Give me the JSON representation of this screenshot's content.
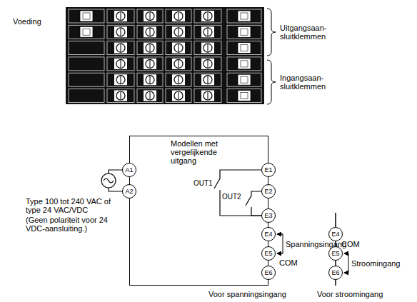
{
  "diagram": {
    "nodes": [
      {
        "text": [
          "Modellen met vergelijkende uitgang"
        ]
      },
      {
        "text": [
          "A1"
        ]
      },
      {
        "text": [
          "A2"
        ]
      },
      {
        "text": [
          "E1"
        ]
      },
      {
        "text": [
          "E2"
        ]
      },
      {
        "text": [
          "E3"
        ]
      },
      {
        "text": [
          "E4"
        ]
      },
      {
        "text": [
          "E5"
        ]
      },
      {
        "text": [
          "E6"
        ]
      },
      {
        "text": [
          "E4"
        ]
      },
      {
        "text": [
          "E5"
        ]
      },
      {
        "text": [
          "E6"
        ]
      }
    ],
    "edges": [
      {
        "from": 3,
        "to": 5,
        "arrow": "none",
        "label": "OUT1"
      },
      {
        "from": 4,
        "to": 5,
        "arrow": "none",
        "label": "OUT2"
      },
      {
        "from": 9,
        "to": 10,
        "arrow": "none"
      },
      {
        "from": 10,
        "to": 11,
        "arrow": "none"
      }
    ],
    "labels": [
      "Voeding",
      "Uitgangsaan- sluitklemmen",
      "Ingangsaan- sluitklemmen",
      "Type 100 tot 240 VAC of type 24 VAC/VDC",
      "(Geen polariteit voor 24 VDC-aansluiting.)",
      "Spanningsingang",
      "COM",
      "COM",
      "Stroomingang",
      "Voor spanningsingang",
      "Voor stroomingang"
    ]
  }
}
